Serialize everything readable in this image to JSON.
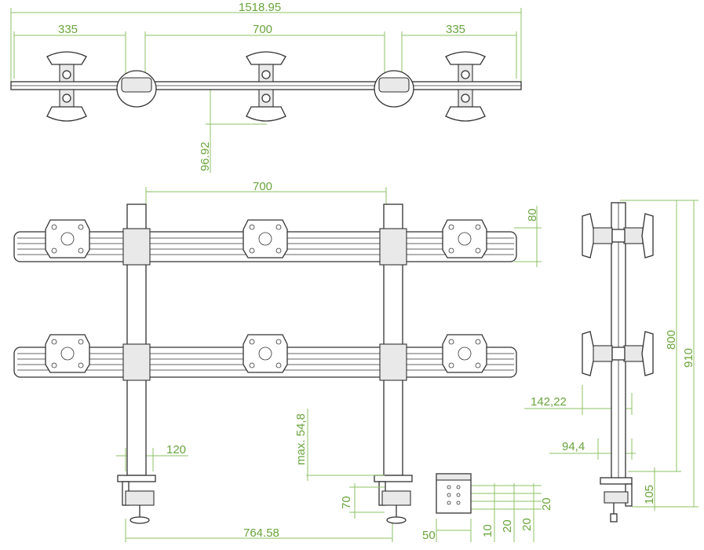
{
  "dimensions": {
    "top_total": "1518.95",
    "top_left": "335",
    "top_mid": "700",
    "top_right": "335",
    "top_depth": "96.92",
    "front_spacing": "700",
    "front_bar_height": "80",
    "front_pole_width": "120",
    "front_pole_spacing": "764.58",
    "clamp_max": "max. 54,8",
    "clamp_70": "70",
    "clamp_50": "50",
    "clamp_10": "10",
    "clamp_20a": "20",
    "clamp_20b": "20",
    "clamp_20c": "20",
    "side_800": "800",
    "side_910": "910",
    "side_142": "142,22",
    "side_94": "94,4",
    "side_105": "105"
  }
}
